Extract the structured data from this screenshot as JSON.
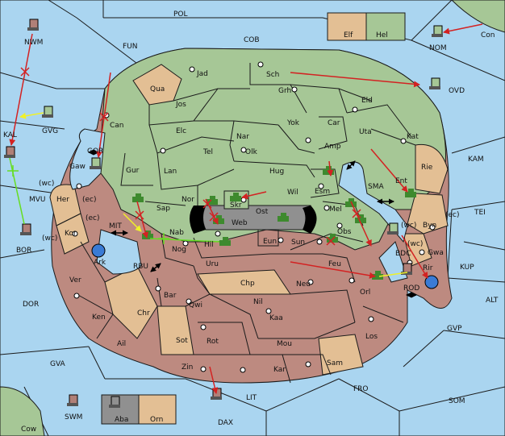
{
  "colors": {
    "sea": "#aad5f0",
    "green": "#a6c796",
    "rose": "#bd8a80",
    "tan": "#e3bf94",
    "gray": "#909090",
    "dark_gray": "#6b6b6b",
    "order_red": "#d32222",
    "order_yellow": "#f0f02a",
    "order_green": "#66dd22"
  },
  "map": {
    "sea_labels": [
      {
        "id": "pol",
        "text": "POL"
      },
      {
        "id": "fun",
        "text": "FUN"
      },
      {
        "id": "cob",
        "text": "COB"
      },
      {
        "id": "nom",
        "text": "NOM"
      },
      {
        "id": "con",
        "text": "Con"
      },
      {
        "id": "nwm",
        "text": "NWM"
      },
      {
        "id": "gvg",
        "text": "GVG"
      },
      {
        "id": "kal",
        "text": "KAL"
      },
      {
        "id": "gor",
        "text": "GOR"
      },
      {
        "id": "mvu",
        "text": "MVU"
      },
      {
        "id": "bor",
        "text": "BOR"
      },
      {
        "id": "mit",
        "text": "MIT"
      },
      {
        "id": "rbu",
        "text": "RBU"
      },
      {
        "id": "dor",
        "text": "DOR"
      },
      {
        "id": "gva",
        "text": "GVA"
      },
      {
        "id": "swm",
        "text": "SWM"
      },
      {
        "id": "cow",
        "text": "Cow"
      },
      {
        "id": "dax",
        "text": "DAX"
      },
      {
        "id": "lit",
        "text": "LIT"
      },
      {
        "id": "fro",
        "text": "FRO"
      },
      {
        "id": "som",
        "text": "SOM"
      },
      {
        "id": "gvp",
        "text": "GVP"
      },
      {
        "id": "alt",
        "text": "ALT"
      },
      {
        "id": "kup",
        "text": "KUP"
      },
      {
        "id": "tei",
        "text": "TEI"
      },
      {
        "id": "kam",
        "text": "KAM"
      },
      {
        "id": "ovd",
        "text": "OVD"
      },
      {
        "id": "sma",
        "text": "SMA"
      },
      {
        "id": "rod",
        "text": "ROD"
      },
      {
        "id": "bdc",
        "text": "BDC"
      },
      {
        "id": "elf",
        "text": "Elf"
      },
      {
        "id": "hel",
        "text": "Hel"
      },
      {
        "id": "aba",
        "text": "Aba"
      },
      {
        "id": "orn",
        "text": "Orn"
      }
    ],
    "territory_labels": [
      {
        "id": "jad",
        "text": "Jad"
      },
      {
        "id": "sch",
        "text": "Sch"
      },
      {
        "id": "qua",
        "text": "Qua"
      },
      {
        "id": "jos",
        "text": "Jos"
      },
      {
        "id": "grh",
        "text": "Grh"
      },
      {
        "id": "eld",
        "text": "Eld"
      },
      {
        "id": "can",
        "text": "Can"
      },
      {
        "id": "yok",
        "text": "Yok"
      },
      {
        "id": "car",
        "text": "Car"
      },
      {
        "id": "uta",
        "text": "Uta"
      },
      {
        "id": "kat",
        "text": "Kat"
      },
      {
        "id": "elc",
        "text": "Elc"
      },
      {
        "id": "nar",
        "text": "Nar"
      },
      {
        "id": "tel",
        "text": "Tel"
      },
      {
        "id": "olk",
        "text": "Olk"
      },
      {
        "id": "amp",
        "text": "Amp"
      },
      {
        "id": "gaw",
        "text": "Gaw"
      },
      {
        "id": "gur",
        "text": "Gur"
      },
      {
        "id": "lan",
        "text": "Lan"
      },
      {
        "id": "hug",
        "text": "Hug"
      },
      {
        "id": "rie",
        "text": "Rie"
      },
      {
        "id": "ent",
        "text": "Ent"
      },
      {
        "id": "esm",
        "text": "Esm"
      },
      {
        "id": "her",
        "text": "Her"
      },
      {
        "id": "nor",
        "text": "Nor"
      },
      {
        "id": "skr",
        "text": "Skr"
      },
      {
        "id": "wil",
        "text": "Wil"
      },
      {
        "id": "sap",
        "text": "Sap"
      },
      {
        "id": "web",
        "text": "Web"
      },
      {
        "id": "ost",
        "text": "Ost"
      },
      {
        "id": "mel",
        "text": "Mel"
      },
      {
        "id": "byn",
        "text": "Byn"
      },
      {
        "id": "kor",
        "text": "Kor"
      },
      {
        "id": "nab",
        "text": "Nab"
      },
      {
        "id": "obs",
        "text": "Obs"
      },
      {
        "id": "eun",
        "text": "Eun"
      },
      {
        "id": "sun",
        "text": "Sun"
      },
      {
        "id": "gwa",
        "text": "Gwa"
      },
      {
        "id": "ark",
        "text": "Ark"
      },
      {
        "id": "nog",
        "text": "Nog"
      },
      {
        "id": "hil",
        "text": "Hil"
      },
      {
        "id": "uru",
        "text": "Uru"
      },
      {
        "id": "feu",
        "text": "Feu"
      },
      {
        "id": "rir",
        "text": "Rir"
      },
      {
        "id": "ver",
        "text": "Ver"
      },
      {
        "id": "orl",
        "text": "Orl"
      },
      {
        "id": "chp",
        "text": "Chp"
      },
      {
        "id": "neu",
        "text": "Neu"
      },
      {
        "id": "bar",
        "text": "Bar"
      },
      {
        "id": "qwi",
        "text": "Qwi"
      },
      {
        "id": "nil",
        "text": "Nil"
      },
      {
        "id": "ken",
        "text": "Ken"
      },
      {
        "id": "chr",
        "text": "Chr"
      },
      {
        "id": "kaa",
        "text": "Kaa"
      },
      {
        "id": "ail",
        "text": "Ail"
      },
      {
        "id": "sot",
        "text": "Sot"
      },
      {
        "id": "rot",
        "text": "Rot"
      },
      {
        "id": "mou",
        "text": "Mou"
      },
      {
        "id": "los",
        "text": "Los"
      },
      {
        "id": "sam",
        "text": "Sam"
      },
      {
        "id": "zin",
        "text": "Zin"
      },
      {
        "id": "kar",
        "text": "Kar"
      }
    ],
    "coast_labels": [
      {
        "id": "wc1",
        "text": "(wc)"
      },
      {
        "id": "ec1",
        "text": "(ec)"
      },
      {
        "id": "ec2",
        "text": "(ec)"
      },
      {
        "id": "wc2",
        "text": "(wc)"
      },
      {
        "id": "ec3",
        "text": "(ec)"
      },
      {
        "id": "wc3",
        "text": "(wc)"
      },
      {
        "id": "wc4",
        "text": "(wc)"
      }
    ]
  }
}
